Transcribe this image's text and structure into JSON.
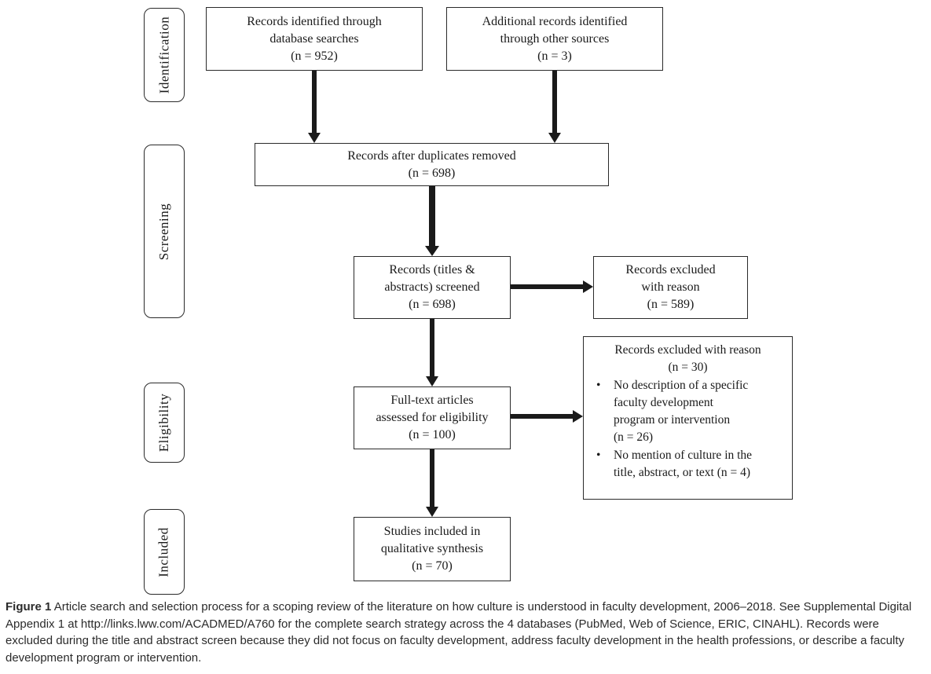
{
  "stages": {
    "identification": "Identification",
    "screening": "Screening",
    "eligibility": "Eligibility",
    "included": "Included"
  },
  "boxes": {
    "identified_db": {
      "lines": [
        "Records identified through",
        "database searches",
        "(n = 952)"
      ]
    },
    "identified_other": {
      "lines": [
        "Additional records identified",
        "through other sources",
        "(n = 3)"
      ]
    },
    "after_duplicates": {
      "lines": [
        "Records after duplicates removed",
        "(n = 698)"
      ]
    },
    "screened": {
      "lines": [
        "Records (titles &",
        "abstracts) screened",
        "(n = 698)"
      ]
    },
    "excluded_screen": {
      "lines": [
        "Records excluded",
        "with reason",
        "(n = 589)"
      ]
    },
    "fulltext": {
      "lines": [
        "Full-text articles",
        "assessed for eligibility",
        "(n = 100)"
      ]
    },
    "excluded_fulltext": {
      "title_lines": [
        "Records excluded with reason",
        "(n = 30)"
      ],
      "bullet_glyph": "•",
      "bullets": [
        {
          "lines": [
            "No description of a specific",
            "faculty development",
            "program or intervention",
            "(n = 26)"
          ]
        },
        {
          "lines": [
            "No mention of culture in the",
            "title, abstract, or text (n = 4)"
          ]
        }
      ]
    },
    "included_studies": {
      "lines": [
        "Studies included in",
        "qualitative synthesis",
        "(n = 70)"
      ]
    }
  },
  "caption": {
    "label": "Figure 1",
    "text": " Article search and selection process for a scoping review of the literature on how culture is understood in faculty development, 2006–2018. See Supplemental Digital Appendix 1 at http://links.lww.com/ACADMED/A760 for the complete search strategy across the 4 databases (PubMed, Web of Science, ERIC, CINAHL). Records were excluded during the title and abstract screen because they did not focus on faculty development, address faculty development in the health professions, or describe a faculty development program or intervention."
  },
  "colors": {
    "box_border": "#2a2a2a",
    "arrow": "#1a1a1a",
    "background": "#ffffff",
    "text": "#1a1a1a"
  }
}
